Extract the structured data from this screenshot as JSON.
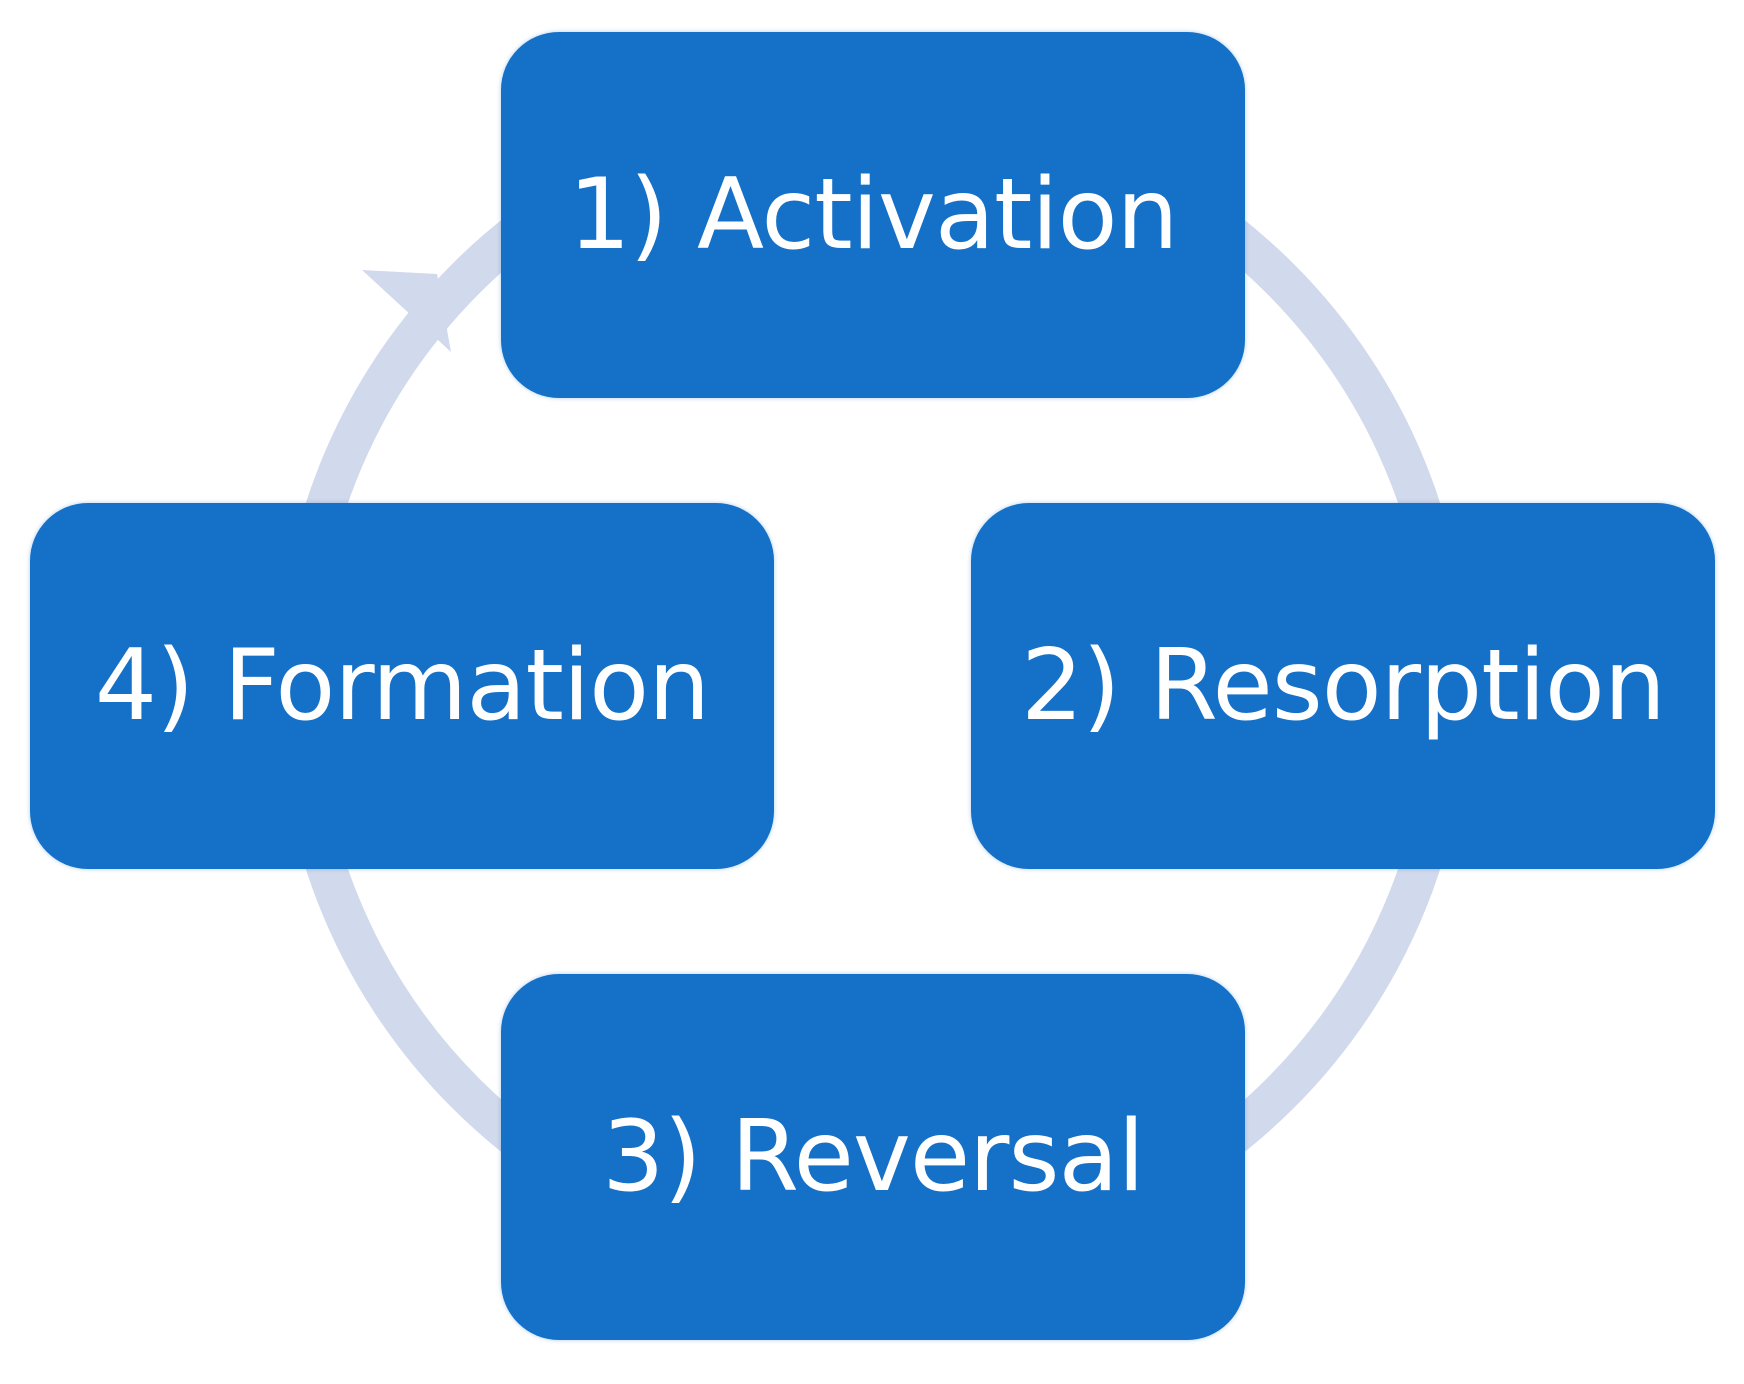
{
  "colors": {
    "box_fill": "#1570c8",
    "box_text": "#ffffff",
    "cycle_arrow": "#d1d9ec",
    "background": "#ffffff"
  },
  "steps": [
    {
      "label": "1) Activation"
    },
    {
      "label": "2) Resorption"
    },
    {
      "label": "3) Reversal"
    },
    {
      "label": "4) Formation"
    }
  ],
  "flow": "clockwise cycle 1 → 2 → 3 → 4 → 1"
}
